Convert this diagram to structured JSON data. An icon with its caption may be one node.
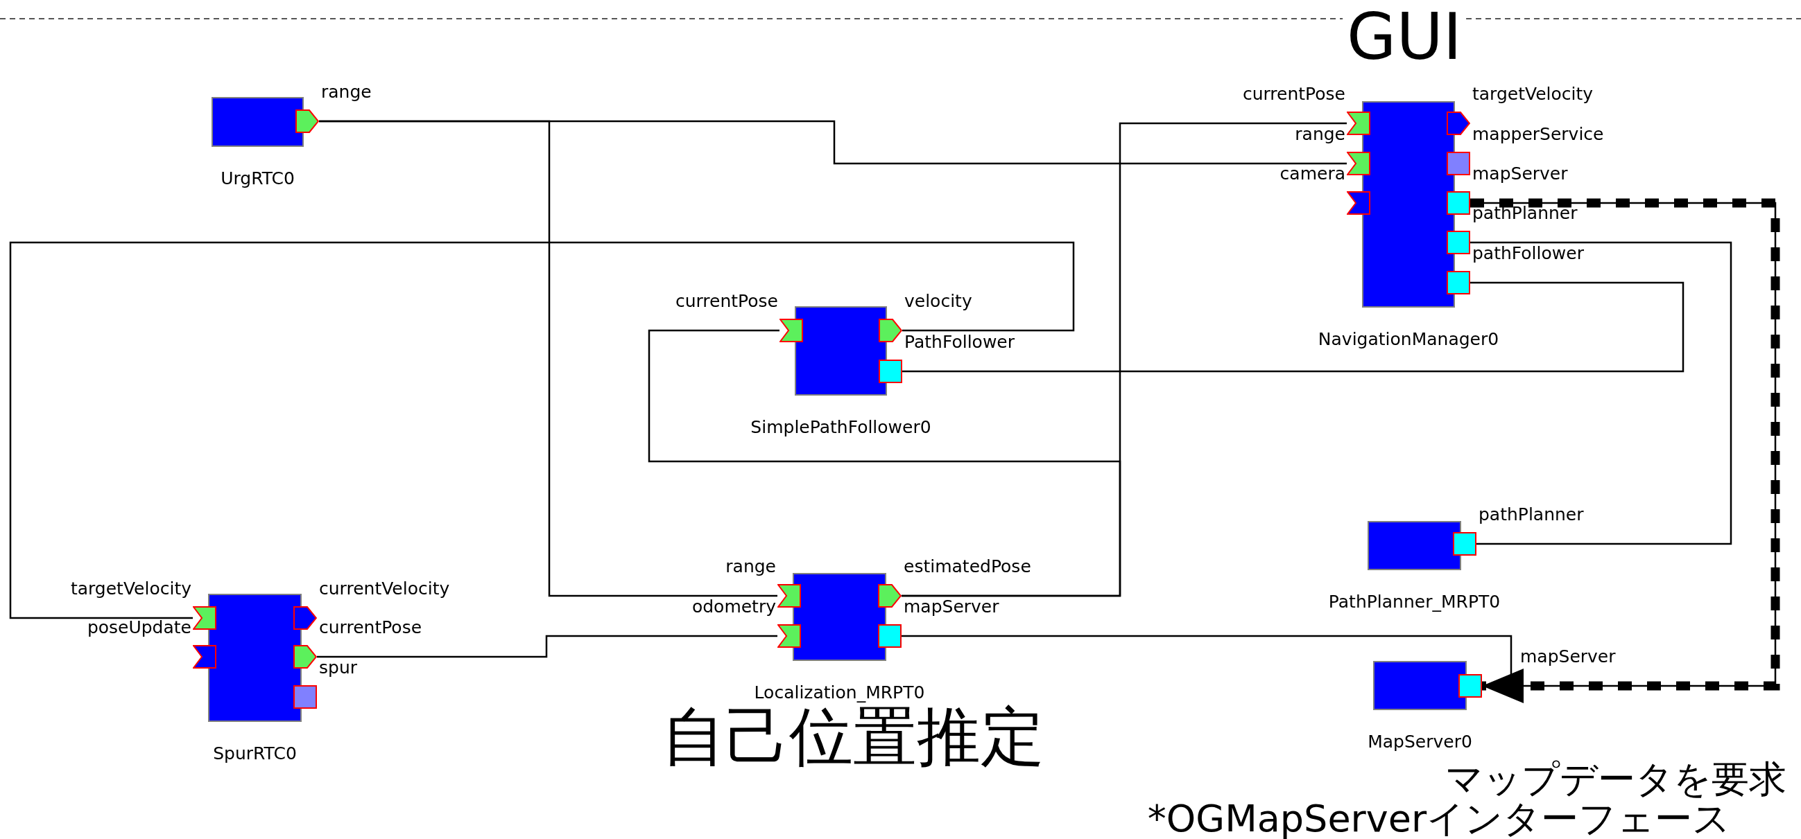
{
  "diagram": {
    "nodes": [
      {
        "text": [
          "UrgRTC0"
        ]
      },
      {
        "text": [],
        "shape": "pentagon",
        "beside": [
          "range"
        ]
      },
      {
        "text": [
          "SimplePathFollower0"
        ]
      },
      {
        "text": [],
        "shape": "chevron",
        "beside": [
          "currentPose"
        ]
      },
      {
        "text": [],
        "shape": "pentagon",
        "beside": [
          "velocity"
        ]
      },
      {
        "text": [],
        "shape": "box",
        "beside": [
          "PathFollower"
        ]
      },
      {
        "text": [
          "NavigationManager0"
        ]
      },
      {
        "text": [],
        "shape": "chevron",
        "beside": [
          "currentPose"
        ]
      },
      {
        "text": [],
        "shape": "chevron",
        "beside": [
          "range"
        ]
      },
      {
        "text": [],
        "shape": "chevron",
        "beside": [
          "camera"
        ]
      },
      {
        "text": [],
        "shape": "pentagon",
        "beside": [
          "targetVelocity"
        ]
      },
      {
        "text": [],
        "shape": "box",
        "beside": [
          "mapperService"
        ]
      },
      {
        "text": [],
        "shape": "box",
        "beside": [
          "mapServer"
        ]
      },
      {
        "text": [],
        "shape": "box",
        "beside": [
          "pathPlanner"
        ]
      },
      {
        "text": [],
        "shape": "box",
        "beside": [
          "pathFollower"
        ]
      },
      {
        "text": [
          "SpurRTC0"
        ]
      },
      {
        "text": [],
        "shape": "chevron",
        "beside": [
          "targetVelocity"
        ]
      },
      {
        "text": [],
        "shape": "chevron",
        "beside": [
          "poseUpdate"
        ]
      },
      {
        "text": [],
        "shape": "pentagon",
        "beside": [
          "currentVelocity"
        ]
      },
      {
        "text": [],
        "shape": "pentagon",
        "beside": [
          "currentPose"
        ]
      },
      {
        "text": [],
        "shape": "box",
        "beside": [
          "spur"
        ]
      },
      {
        "text": [
          "Localization_MRPT0"
        ]
      },
      {
        "text": [],
        "shape": "chevron",
        "beside": [
          "range"
        ]
      },
      {
        "text": [],
        "shape": "chevron",
        "beside": [
          "odometry"
        ]
      },
      {
        "text": [],
        "shape": "pentagon",
        "beside": [
          "estimatedPose"
        ]
      },
      {
        "text": [],
        "shape": "box",
        "beside": [
          "mapServer"
        ]
      },
      {
        "text": [
          "PathPlanner_MRPT0"
        ]
      },
      {
        "text": [],
        "shape": "box",
        "beside": [
          "pathPlanner"
        ]
      },
      {
        "text": [
          "MapServer0"
        ]
      },
      {
        "text": [],
        "shape": "box",
        "beside": [
          "mapServer"
        ]
      }
    ],
    "edges": [
      {
        "from": 1,
        "to": 8,
        "arrow": "none"
      },
      {
        "from": 1,
        "to": 22,
        "arrow": "none"
      },
      {
        "from": 24,
        "to": 7,
        "arrow": "none"
      },
      {
        "from": 24,
        "to": 3,
        "arrow": "none"
      },
      {
        "from": 4,
        "to": 16,
        "arrow": "none"
      },
      {
        "from": 19,
        "to": 23,
        "arrow": "none"
      },
      {
        "from": 25,
        "to": 29,
        "arrow": "none"
      },
      {
        "from": 12,
        "to": 29,
        "arrow": "none"
      },
      {
        "from": 13,
        "to": 27,
        "arrow": "none"
      },
      {
        "from": 14,
        "to": 5,
        "arrow": "none"
      },
      {
        "from": 12,
        "to": 29,
        "arrow": "to",
        "style": "dashed"
      }
    ],
    "labels": [
      "GUI",
      "自己位置推定",
      "マップデータを要求",
      "*OGMapServerインターフェース"
    ]
  }
}
